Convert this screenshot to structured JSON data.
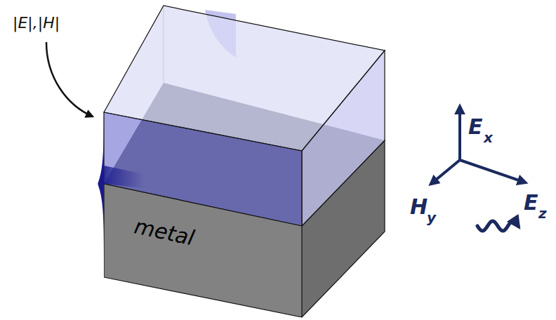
{
  "diagram": {
    "nodes": [
      {
        "text": [
          "metal"
        ]
      }
    ],
    "labels": [
      "|E|,|H|",
      "E",
      "x",
      "H",
      "y",
      "E",
      "z"
    ]
  }
}
